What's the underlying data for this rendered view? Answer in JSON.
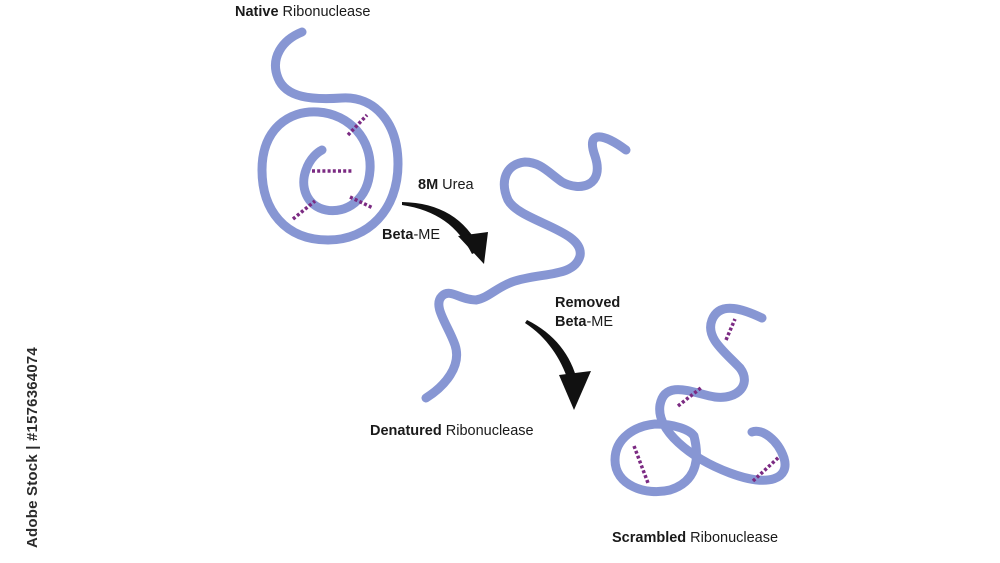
{
  "labels": {
    "native": {
      "bold": "Native",
      "rest": " Ribonuclease"
    },
    "urea": {
      "bold": "8M",
      "rest": " Urea"
    },
    "beta_me_1": {
      "bold": "Beta",
      "rest": "-ME"
    },
    "removed": {
      "bold": "Removed",
      "rest": ""
    },
    "beta_me_2": {
      "bold": "Beta",
      "rest": "-ME"
    },
    "denatured": {
      "bold": "Denatured",
      "rest": " Ribonuclease"
    },
    "scrambled": {
      "bold": "Scrambled",
      "rest": " Ribonuclease"
    }
  },
  "watermark": "Adobe Stock | #1576364074",
  "colors": {
    "chain": "#8796d3",
    "disulfide": "#7b2a82",
    "arrow": "#111111",
    "text": "#1a1a1a"
  }
}
